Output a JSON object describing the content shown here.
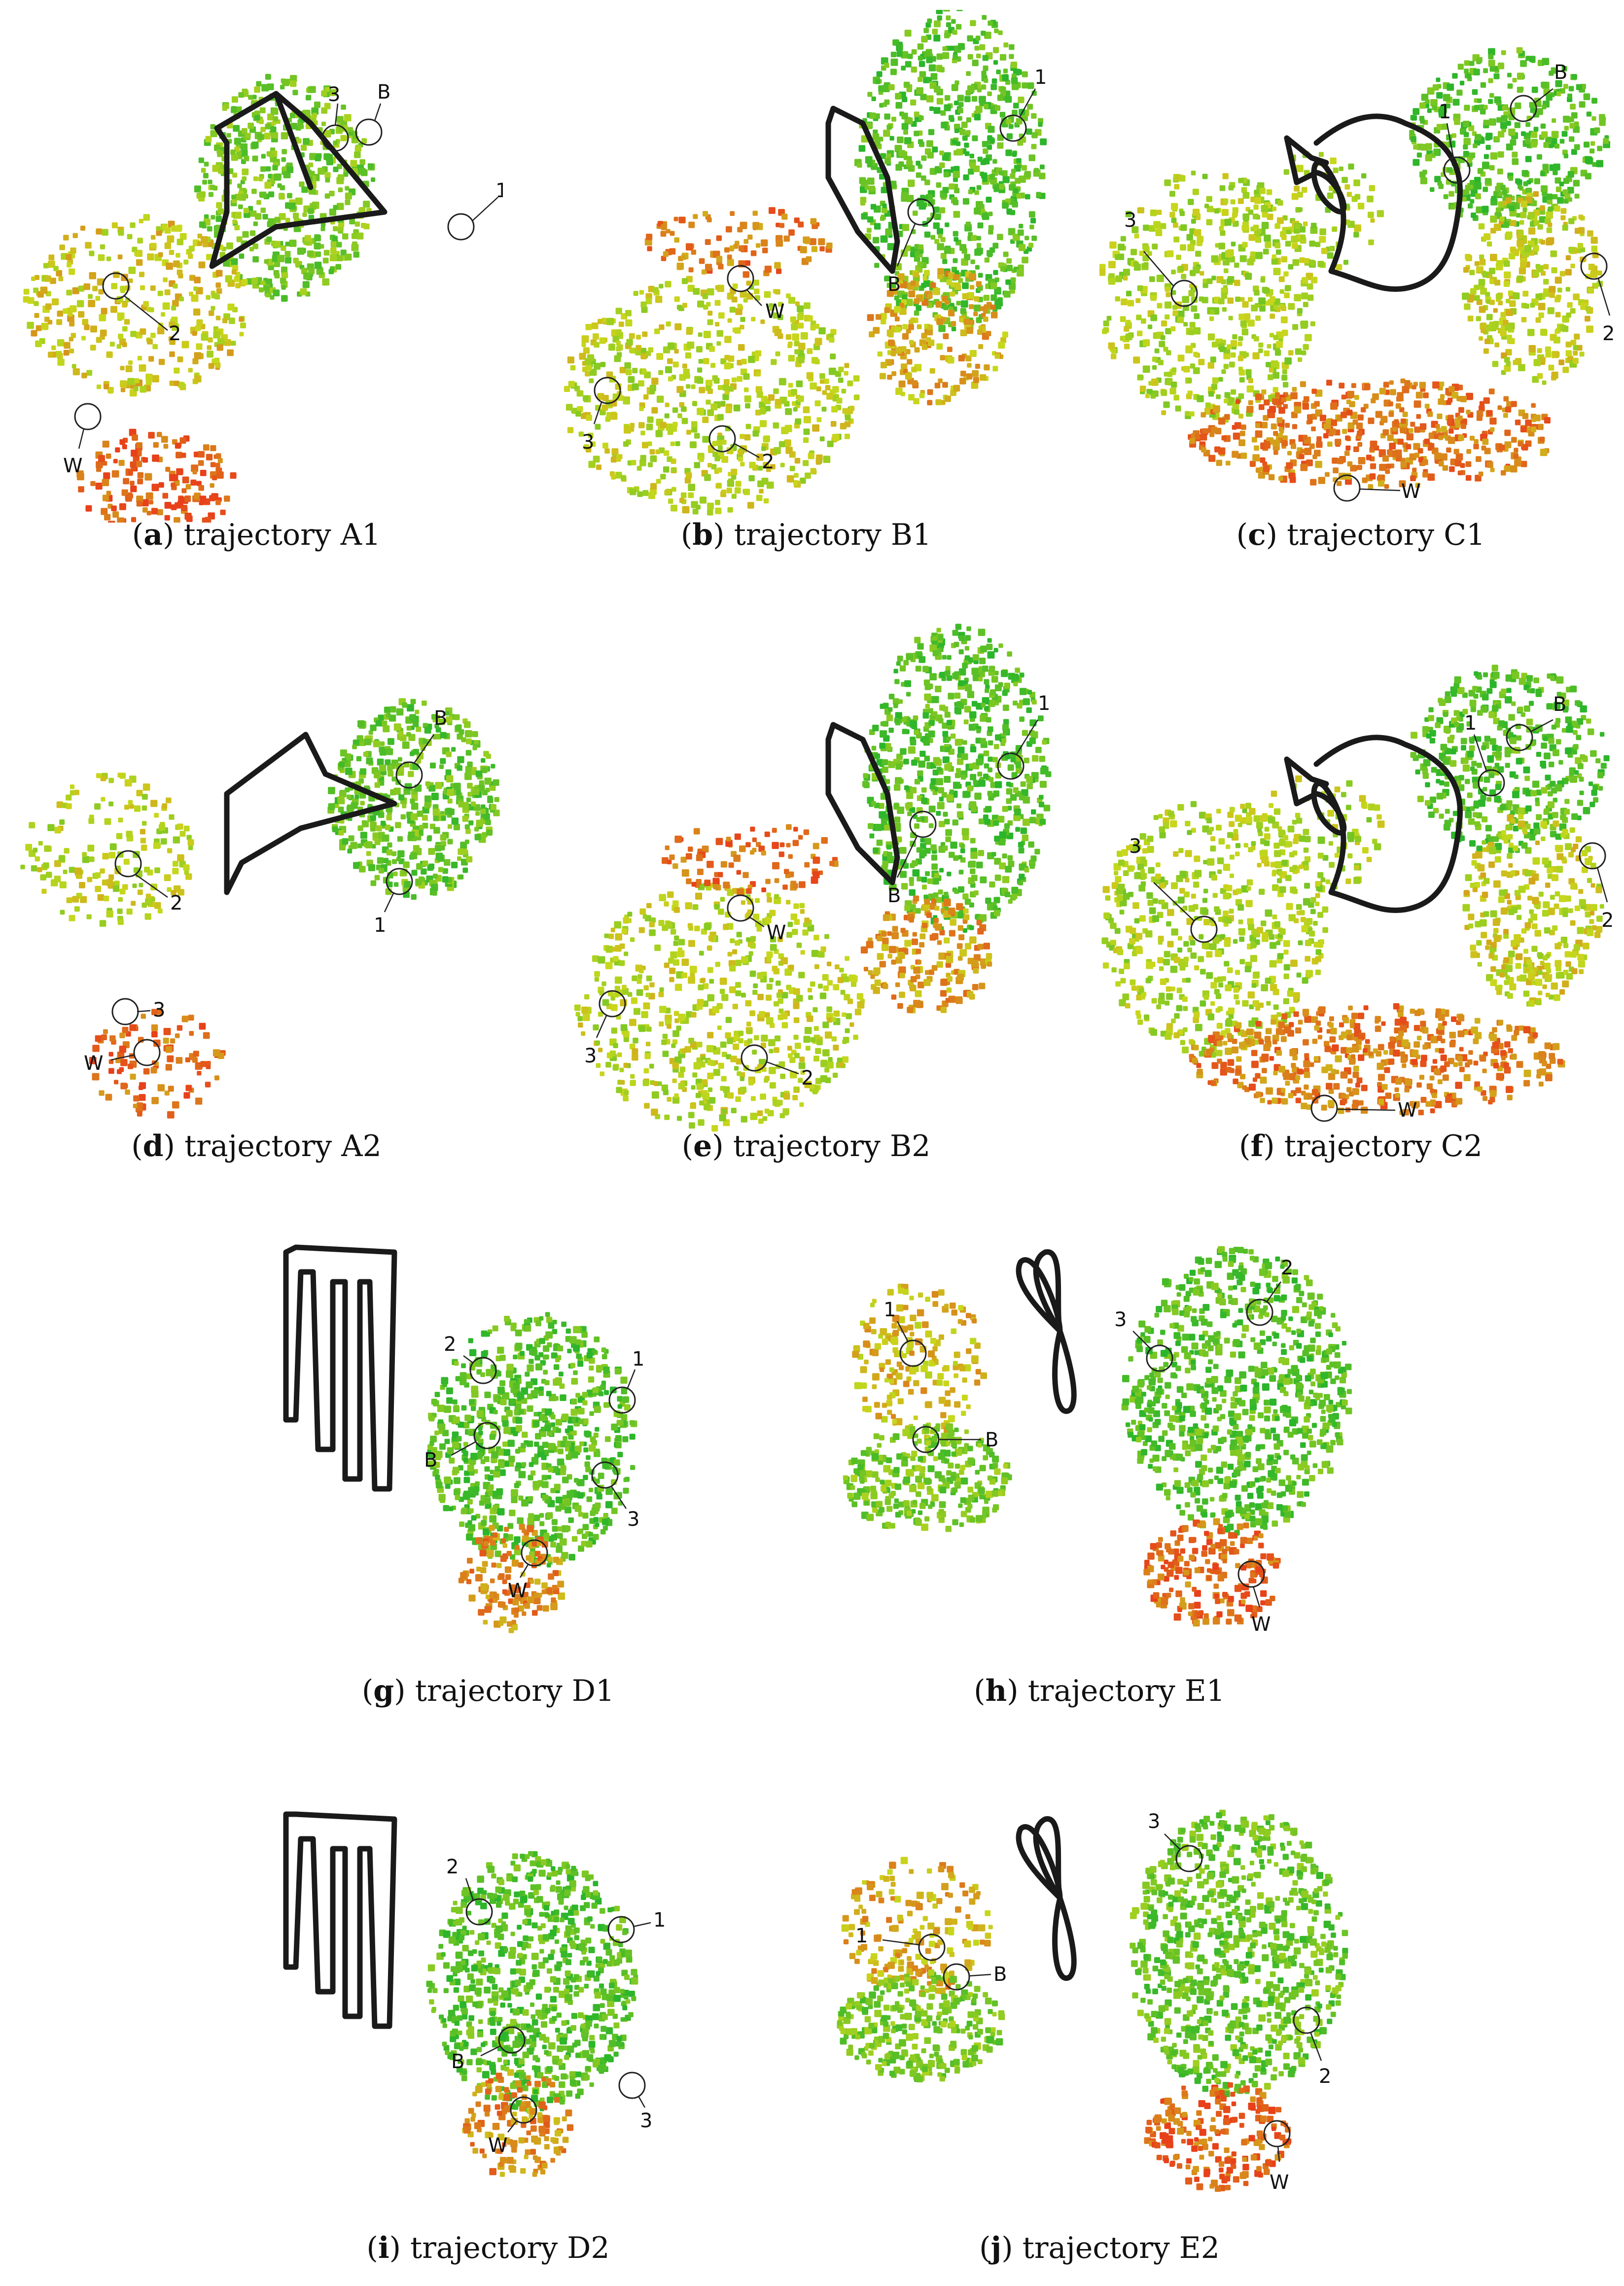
{
  "figure": {
    "panels": [
      {
        "letter": "a",
        "caption": "trajectory A1",
        "markers": [
          "3",
          "B",
          "1",
          "2",
          "W"
        ]
      },
      {
        "letter": "b",
        "caption": "trajectory B1",
        "markers": [
          "1",
          "B",
          "W",
          "3",
          "2"
        ]
      },
      {
        "letter": "c",
        "caption": "trajectory C1",
        "markers": [
          "1",
          "B",
          "3",
          "2",
          "W"
        ]
      },
      {
        "letter": "d",
        "caption": "trajectory A2",
        "markers": [
          "B",
          "2",
          "1",
          "3",
          "W"
        ]
      },
      {
        "letter": "e",
        "caption": "trajectory B2",
        "markers": [
          "1",
          "B",
          "W",
          "3",
          "2"
        ]
      },
      {
        "letter": "f",
        "caption": "trajectory C2",
        "markers": [
          "1",
          "B",
          "3",
          "2",
          "W"
        ]
      },
      {
        "letter": "g",
        "caption": "trajectory D1",
        "markers": [
          "2",
          "1",
          "B",
          "3",
          "W"
        ]
      },
      {
        "letter": "h",
        "caption": "trajectory E1",
        "markers": [
          "1",
          "3",
          "2",
          "B",
          "W"
        ]
      },
      {
        "letter": "i",
        "caption": "trajectory D2",
        "markers": [
          "2",
          "1",
          "B",
          "3",
          "W"
        ]
      },
      {
        "letter": "j",
        "caption": "trajectory E2",
        "markers": [
          "3",
          "1",
          "B",
          "2",
          "W"
        ]
      }
    ],
    "colors": {
      "best": "#2bb52b",
      "mid": "#c8d81c",
      "worst": "#e8401a",
      "trajectory_stroke": "#1a1a1a"
    }
  }
}
